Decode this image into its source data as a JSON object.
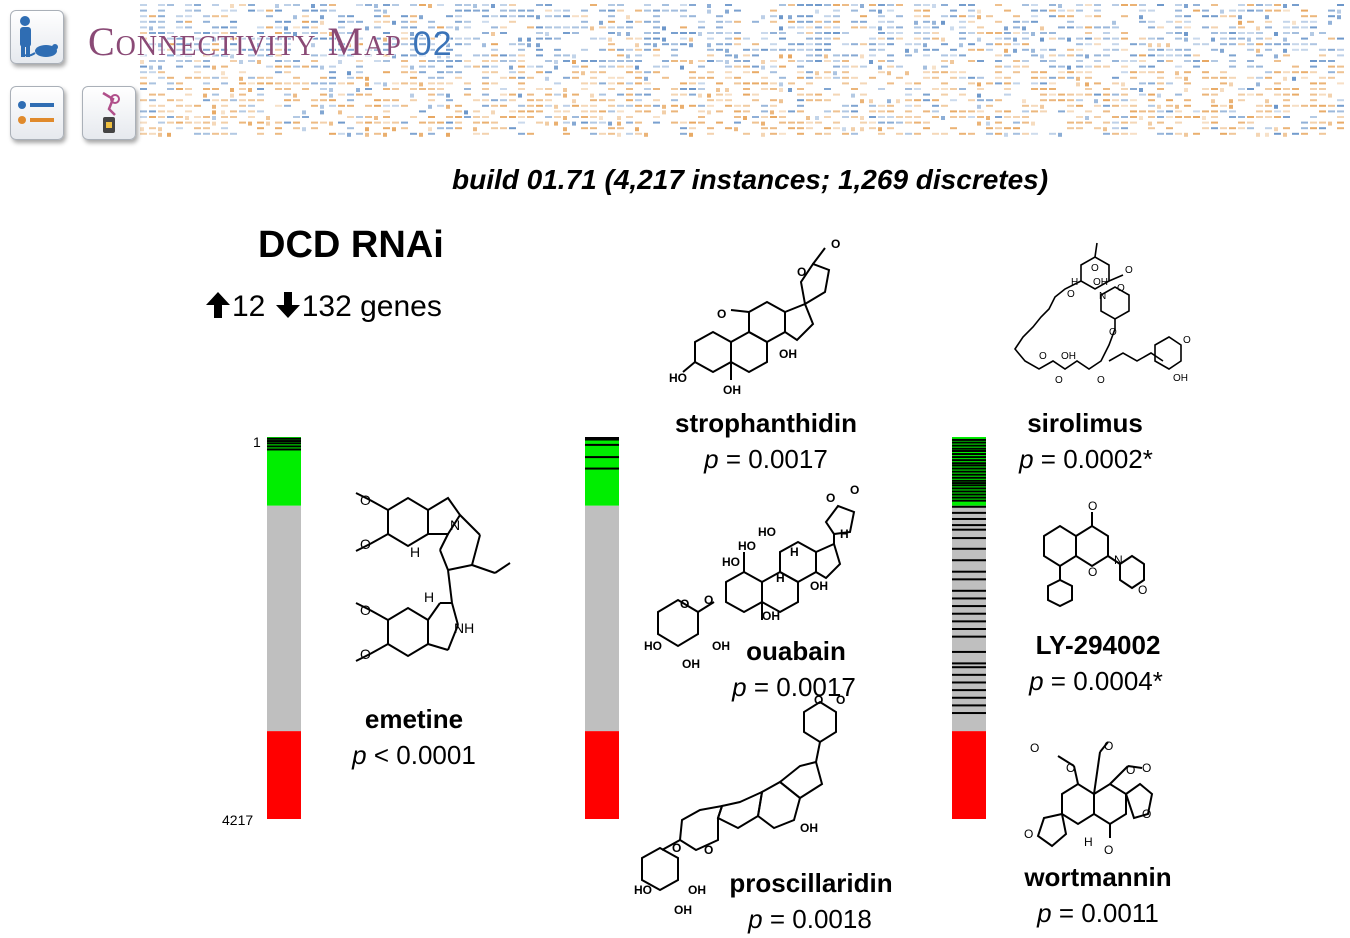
{
  "app": {
    "title": "Connectivity Map",
    "version": "02",
    "brand_colors": {
      "title": "#8a4a76",
      "version": "#3a73b8",
      "blue": "#3a73b8",
      "orange": "#e08a2c"
    }
  },
  "toolbar": {
    "items": [
      {
        "name": "people-mouse-icon",
        "label": ""
      },
      {
        "name": "list-icon",
        "label": ""
      },
      {
        "name": "molecule-icon",
        "label": ""
      }
    ]
  },
  "build_info": "build 01.71 (4,217 instances; 1,269 discretes)",
  "query": {
    "title": "DCD RNAi",
    "up_count": "12",
    "down_count": "132",
    "genes_suffix": "genes"
  },
  "rank_axis": {
    "top_label": "1",
    "bottom_label": "4217"
  },
  "colors": {
    "positive": "#00ee00",
    "neutral": "#bfbfbf",
    "negative": "#ff0000",
    "hit": "#000000"
  },
  "bars": [
    {
      "id": "emetine-bar",
      "hits": [
        0.002,
        0.008,
        0.014,
        0.022,
        0.03
      ]
    },
    {
      "id": "cardiac-glycoside-bar",
      "hits": [
        0.0,
        0.004,
        0.018,
        0.05,
        0.08
      ]
    },
    {
      "id": "pi3k-mtor-bar",
      "hits": [
        0.005,
        0.012,
        0.02,
        0.028,
        0.034,
        0.042,
        0.05,
        0.058,
        0.066,
        0.072,
        0.08,
        0.088,
        0.096,
        0.104,
        0.112,
        0.118,
        0.124,
        0.132,
        0.14,
        0.148,
        0.156,
        0.164,
        0.18,
        0.196,
        0.212,
        0.228,
        0.24,
        0.262,
        0.29,
        0.32,
        0.35,
        0.37,
        0.4,
        0.42,
        0.44,
        0.46,
        0.48,
        0.5,
        0.52,
        0.56,
        0.59,
        0.6,
        0.62,
        0.64,
        0.66,
        0.68,
        0.7,
        0.72
      ]
    }
  ],
  "compounds": [
    {
      "name": "emetine",
      "p_label": "p",
      "p_op": " < ",
      "p_value": "0.0001"
    },
    {
      "name": "strophanthidin",
      "p_label": "p",
      "p_op": " = ",
      "p_value": "0.0017"
    },
    {
      "name": "ouabain",
      "p_label": "p",
      "p_op": " = ",
      "p_value": "0.0017"
    },
    {
      "name": "proscillaridin",
      "p_label": "p",
      "p_op": " = ",
      "p_value": "0.0018"
    },
    {
      "name": "sirolimus",
      "p_label": "p",
      "p_op": " = ",
      "p_value": "0.0002*"
    },
    {
      "name": "LY-294002",
      "p_label": "p",
      "p_op": " = ",
      "p_value": "0.0004*"
    },
    {
      "name": "wortmannin",
      "p_label": "p",
      "p_op": " = ",
      "p_value": "0.0011"
    }
  ],
  "atom_labels": {
    "emetine": [
      "O",
      "O",
      "N",
      "H",
      "H",
      "NH",
      "O",
      "O"
    ],
    "strophanthidin": [
      "O",
      "O",
      "O",
      "HO",
      "OH",
      "OH"
    ],
    "ouabain": [
      "O",
      "O",
      "HO",
      "HO",
      "HO",
      "H",
      "H",
      "H",
      "OH",
      "OH",
      "HO",
      "OH",
      "OH",
      "O",
      "O"
    ],
    "proscillaridin": [
      "O",
      "O",
      "OH",
      "O",
      "O",
      "HO",
      "OH",
      "OH"
    ],
    "sirolimus": [
      "O",
      "OH",
      "O",
      "N",
      "O",
      "H",
      "O",
      "O",
      "OH",
      "O",
      "O",
      "O",
      "OH",
      "O"
    ],
    "ly294002": [
      "O",
      "O",
      "N",
      "O"
    ],
    "wortmannin": [
      "O",
      "O",
      "O",
      "O",
      "O",
      "O",
      "H",
      "O",
      "O"
    ]
  }
}
